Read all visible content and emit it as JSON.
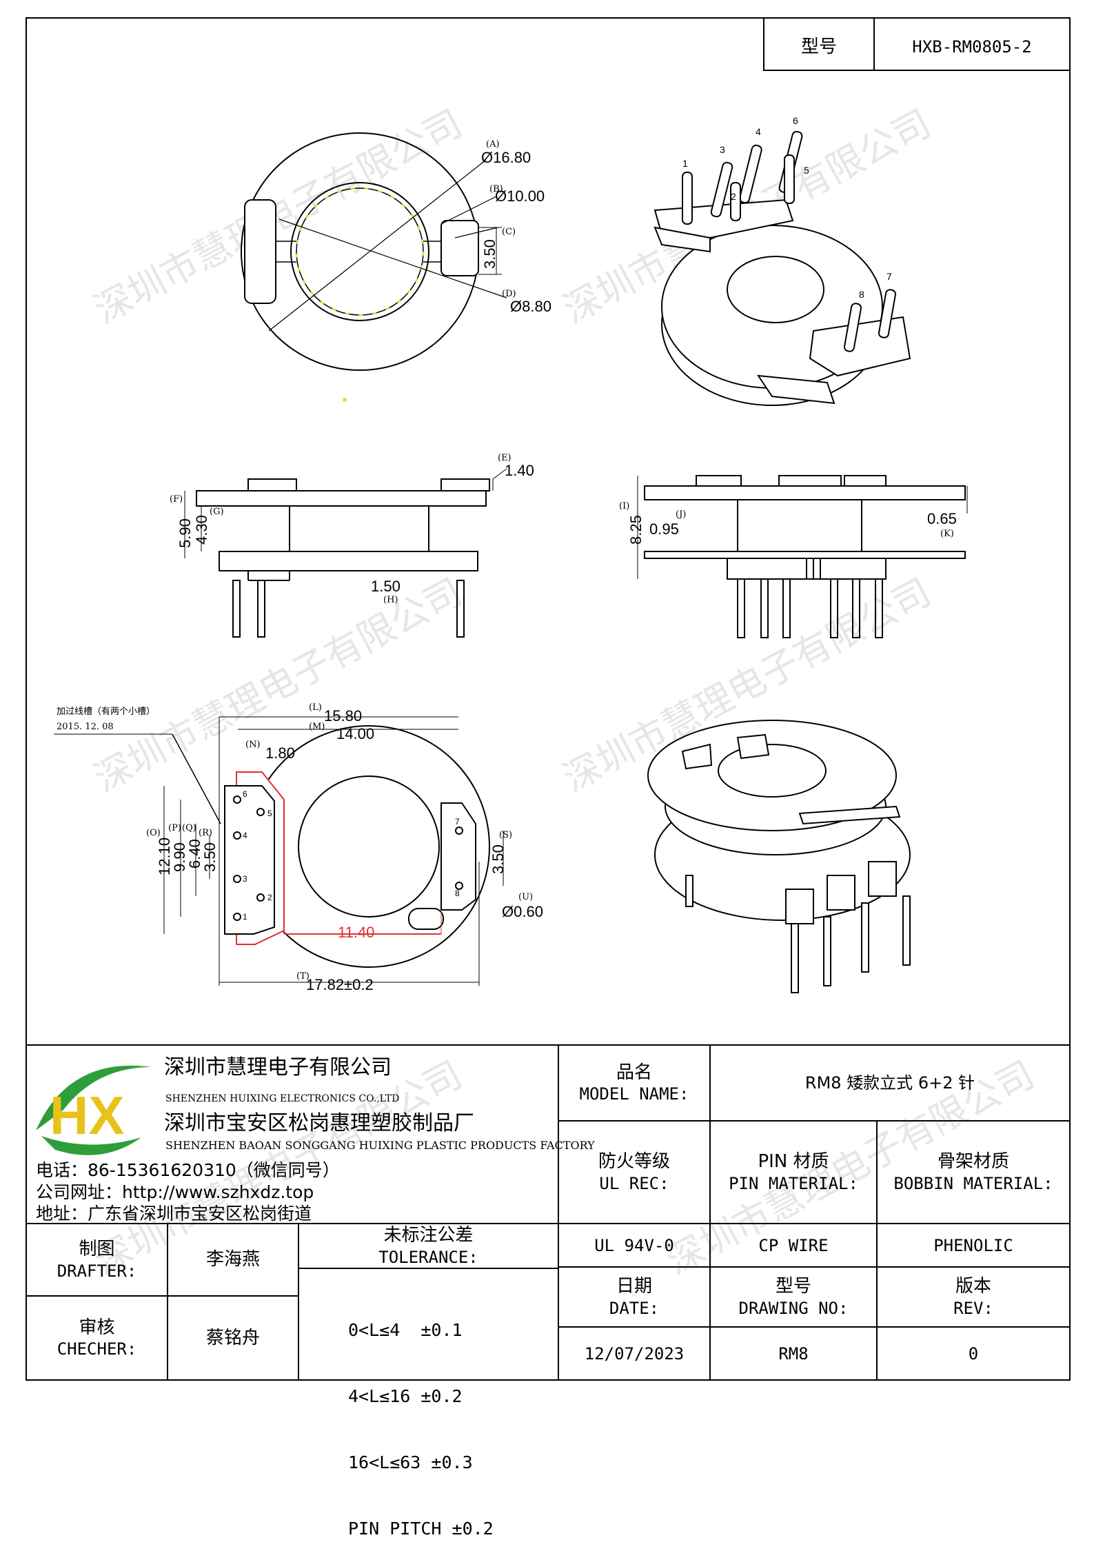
{
  "header": {
    "model_label": "型号",
    "model_value": "HXB-RM0805-2"
  },
  "watermark": "深圳市慧理电子有限公司",
  "drawing": {
    "top_dims": {
      "A": "(A)",
      "A_val": "Ø16.80",
      "B": "(B)",
      "B_val": "Ø10.00",
      "C": "(C)",
      "C_val": "3.50",
      "D": "(D)",
      "D_val": "Ø8.80"
    },
    "side_dims": {
      "E": "(E)",
      "E_val": "1.40",
      "F": "(F)",
      "F_val": "5.90",
      "G": "(G)",
      "G_val": "4.30",
      "H": "(H)",
      "H_val": "1.50"
    },
    "front_dims": {
      "I": "(I)",
      "I_val": "8.25",
      "J": "(J)",
      "J_val": "0.95",
      "K": "(K)",
      "K_val": "0.65"
    },
    "bottom_dims": {
      "L": "(L)",
      "L_val": "15.80",
      "M": "(M)",
      "M_val": "14.00",
      "N": "(N)",
      "N_val": "1.80",
      "O": "(O)",
      "O_val": "12.10",
      "P": "(P)",
      "P_val": "9.90",
      "Q": "(Q)",
      "Q_val": "6.40",
      "R": "(R)",
      "R_val": "3.50",
      "S": "(S)",
      "S_val": "3.50",
      "T": "(T)",
      "T_val": "17.82±0.2",
      "U": "(U)",
      "U_val": "Ø0.60",
      "red_val": "11.40"
    },
    "note_line1": "加过线槽（有两个小槽）",
    "note_line2": "2015. 12. 08",
    "pin_labels_iso": [
      "1",
      "2",
      "3",
      "4",
      "5",
      "6",
      "7",
      "8"
    ],
    "pin_labels_bottom": [
      "1",
      "2",
      "3",
      "4",
      "5",
      "6",
      "7",
      "8"
    ]
  },
  "company": {
    "name_cn": "深圳市慧理电子有限公司",
    "name_en": "SHENZHEN HUIXING ELECTRONICS CO.,LTD",
    "factory_cn": "深圳市宝安区松岗惠理塑胶制品厂",
    "factory_en": "SHENZHEN BAOAN SONGGANG HUIXING PLASTIC PRODUCTS FACTORY",
    "phone": "电话：86-15361620310（微信同号）",
    "website": "公司网址：http://www.szhxdz.top",
    "address": "地址：广东省深圳市宝安区松岗街道",
    "logo_text": "HX",
    "logo_colors": {
      "green": "#2e9e3a",
      "yellow": "#e8c21a",
      "dark_green": "#1d7a2b"
    }
  },
  "title_block": {
    "model_name_cn": "品名",
    "model_name_en": "MODEL NAME:",
    "model_name_value": "RM8 矮款立式 6+2 针",
    "ul_cn": "防火等级",
    "ul_en": "UL REC:",
    "pin_cn": "PIN 材质",
    "pin_en": "PIN MATERIAL:",
    "bobbin_cn": "骨架材质",
    "bobbin_en": "BOBBIN MATERIAL:",
    "ul_value": "UL 94V-0",
    "pin_value": "CP WIRE",
    "bobbin_value": "PHENOLIC",
    "drafter_cn": "制图",
    "drafter_en": "DRAFTER:",
    "drafter_name": "李海燕",
    "checker_cn": "审核",
    "checker_en": "CHECHER:",
    "checker_name": "蔡铭舟",
    "tolerance_cn": "未标注公差",
    "tolerance_en": "TOLERANCE:",
    "tolerance_lines": [
      "0<L≤4  ±0.1",
      "4<L≤16 ±0.2",
      "16<L≤63 ±0.3",
      "PIN PITCH ±0.2"
    ],
    "date_cn": "日期",
    "date_en": "DATE:",
    "date_value": "12/07/2023",
    "drawing_no_cn": "型号",
    "drawing_no_en": "DRAWING NO:",
    "drawing_no_value": "RM8",
    "rev_cn": "版本",
    "rev_en": "REV:",
    "rev_value": "0"
  }
}
